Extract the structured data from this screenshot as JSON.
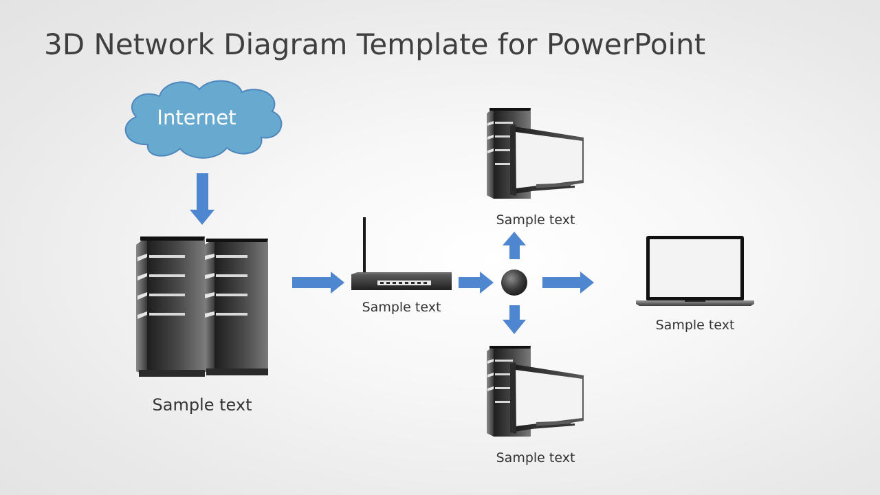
{
  "slide": {
    "title": "3D Network Diagram Template for PowerPoint"
  },
  "nodes": {
    "internet": {
      "label": "Internet",
      "icon": "cloud-icon"
    },
    "servers": {
      "label": "Sample text",
      "icon": "server-rack-icon"
    },
    "router": {
      "label": "Sample text",
      "icon": "router-icon"
    },
    "hub": {
      "icon": "hub-sphere-icon"
    },
    "workstation_top": {
      "label": "Sample text",
      "icon": "desktop-computer-icon"
    },
    "workstation_bottom": {
      "label": "Sample text",
      "icon": "desktop-computer-icon"
    },
    "laptop": {
      "label": "Sample text",
      "icon": "laptop-icon"
    }
  },
  "colors": {
    "cloud_fill": "#67a9cf",
    "cloud_stroke": "#4d86bd",
    "arrow": "#4f86d0",
    "title_text": "#3f3f3f"
  }
}
